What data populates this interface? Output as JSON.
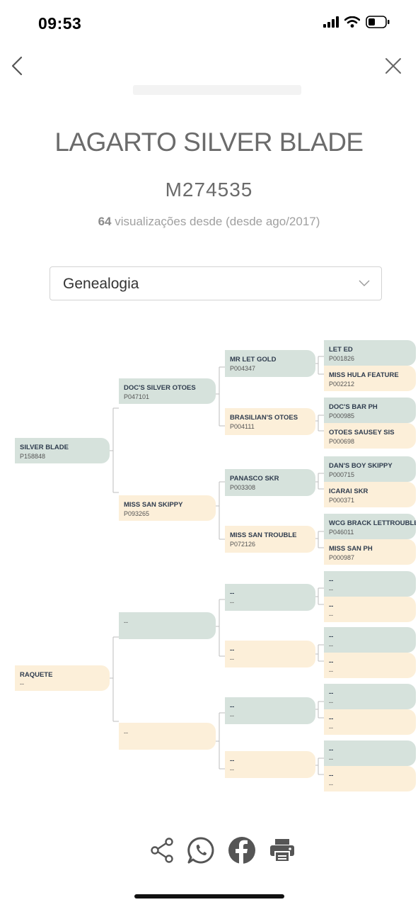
{
  "status": {
    "time": "09:53"
  },
  "header": {
    "title": "LAGARTO SILVER BLADE",
    "registration": "M274535"
  },
  "views": {
    "count": "64",
    "text": "visualizações desde",
    "since": "(desde ago/2017)"
  },
  "select": {
    "value": "Genealogia"
  },
  "tree": [
    {
      "name": "SILVER BLADE",
      "code": "P158848"
    },
    {
      "name": "RAQUETE",
      "code": "--"
    },
    {
      "name": "DOC'S SILVER OTOES",
      "code": "P047101"
    },
    {
      "name": "MISS SAN SKIPPY",
      "code": "P093265"
    },
    {
      "name": "",
      "code": "--"
    },
    {
      "name": "",
      "code": "--"
    },
    {
      "name": "MR LET GOLD",
      "code": "P004347"
    },
    {
      "name": "BRASILIAN'S OTOES",
      "code": "P004111"
    },
    {
      "name": "PANASCO SKR",
      "code": "P003308"
    },
    {
      "name": "MISS SAN TROUBLE",
      "code": "P072126"
    },
    {
      "name": "--",
      "code": "--"
    },
    {
      "name": "--",
      "code": "--"
    },
    {
      "name": "--",
      "code": "--"
    },
    {
      "name": "--",
      "code": "--"
    },
    {
      "name": "LET ED",
      "code": "P001826"
    },
    {
      "name": "MISS HULA FEATURE",
      "code": "P002212"
    },
    {
      "name": "DOC'S BAR PH",
      "code": "P000985"
    },
    {
      "name": "OTOES SAUSEY SIS",
      "code": "P000698"
    },
    {
      "name": "DAN'S BOY SKIPPY",
      "code": "P000715"
    },
    {
      "name": "ICARAI SKR",
      "code": "P000371"
    },
    {
      "name": "WCG BRACK LETTROUBLE",
      "code": "P046011"
    },
    {
      "name": "MISS SAN PH",
      "code": "P000987"
    },
    {
      "name": "--",
      "code": "--"
    },
    {
      "name": "--",
      "code": "--"
    },
    {
      "name": "--",
      "code": "--"
    },
    {
      "name": "--",
      "code": "--"
    },
    {
      "name": "--",
      "code": "--"
    },
    {
      "name": "--",
      "code": "--"
    },
    {
      "name": "--",
      "code": "--"
    },
    {
      "name": "--",
      "code": "--"
    }
  ],
  "share": {
    "icons": [
      "share-icon",
      "whatsapp-icon",
      "facebook-icon",
      "print-icon"
    ],
    "color": "#555555"
  }
}
